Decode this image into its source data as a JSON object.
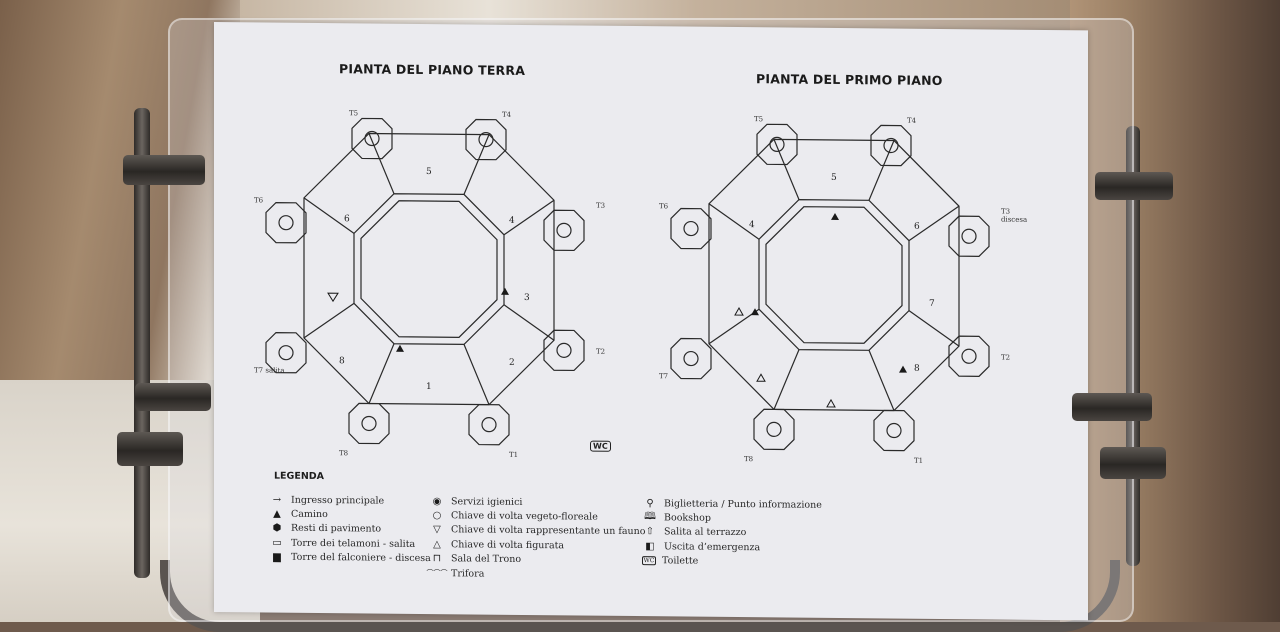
{
  "plans": {
    "ground": {
      "title": "PIANTA DEL PIANO TERRA",
      "rooms": [
        "5",
        "4",
        "3",
        "2",
        "1",
        "8",
        "6"
      ],
      "towers": [
        "T5",
        "T4",
        "T6",
        "T3",
        "T2",
        "T1",
        "T8"
      ],
      "tower_note": "T7 salita"
    },
    "first": {
      "title": "PIANTA DEL PRIMO PIANO",
      "rooms": [
        "5",
        "6",
        "7",
        "8",
        "4"
      ],
      "towers": [
        "T5",
        "T4",
        "T6",
        "T3",
        "T2",
        "T1",
        "T8",
        "T7"
      ],
      "tower_note": "discesa"
    }
  },
  "wc_badge": "WC",
  "legend": {
    "title": "LEGENDA",
    "col1": [
      {
        "icon": "arrow-right-icon",
        "glyph": "→",
        "label": "Ingresso principale"
      },
      {
        "icon": "triangle-filled-icon",
        "glyph": "▲",
        "label": "Camino"
      },
      {
        "icon": "hexagon-filled-icon",
        "glyph": "⬢",
        "label": "Resti di pavimento"
      },
      {
        "icon": "tower-outline-icon",
        "glyph": "▭",
        "label": "Torre dei telamoni - salita"
      },
      {
        "icon": "tower-filled-icon",
        "glyph": "▆",
        "label": "Torre del falconiere - discesa"
      }
    ],
    "col2": [
      {
        "icon": "circle-dot-icon",
        "glyph": "◉",
        "label": "Servizi igienici"
      },
      {
        "icon": "circle-outline-icon",
        "glyph": "○",
        "label": "Chiave di volta vegeto-floreale"
      },
      {
        "icon": "triangle-down-icon",
        "glyph": "▽",
        "label": "Chiave di volta rappresentante un fauno"
      },
      {
        "icon": "triangle-up-icon",
        "glyph": "△",
        "label": "Chiave di volta figurata"
      },
      {
        "icon": "throne-hall-icon",
        "glyph": "⊓",
        "label": "Sala del Trono"
      },
      {
        "icon": "trifora-icon",
        "glyph": "⌒⌒⌒",
        "label": "Trifora"
      }
    ],
    "col3": [
      {
        "icon": "location-pin-icon",
        "glyph": "⚲",
        "label": "Biglietteria / Punto informazione"
      },
      {
        "icon": "book-icon",
        "glyph": "🕮",
        "label": "Bookshop"
      },
      {
        "icon": "arrow-up-icon",
        "glyph": "⇧",
        "label": "Salita al terrazzo"
      },
      {
        "icon": "emergency-exit-icon",
        "glyph": "◧",
        "label": "Uscita d’emergenza"
      },
      {
        "icon": "wc-icon",
        "glyph": "WC",
        "label": "Toilette"
      }
    ]
  },
  "colors": {
    "paper": "#ebebef",
    "ink": "#1a1a1a",
    "stand": "#5a5450"
  }
}
